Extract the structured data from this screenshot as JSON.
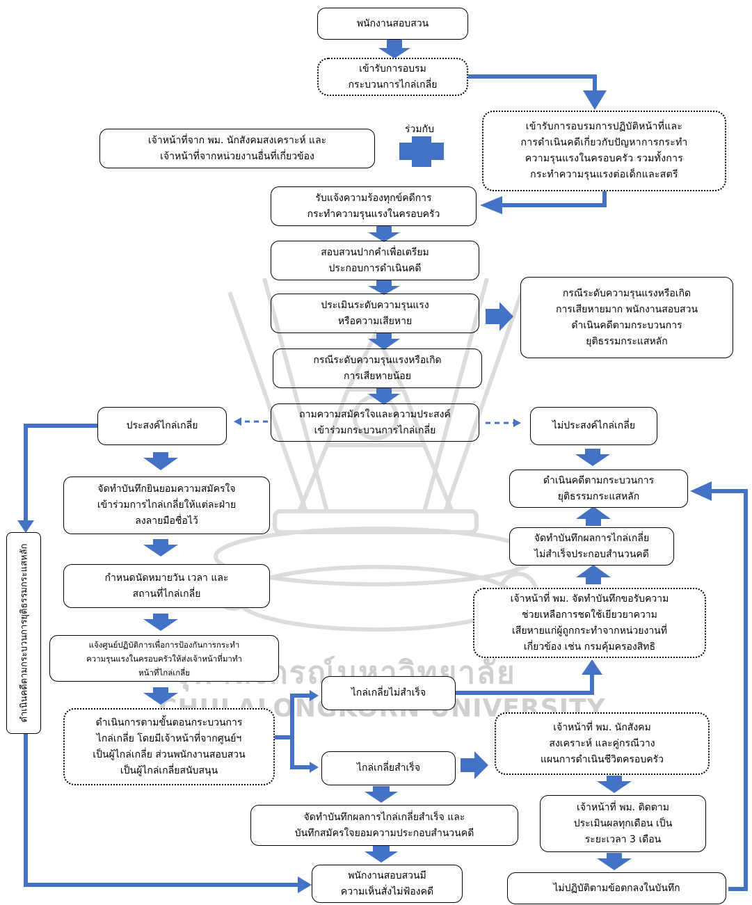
{
  "watermark": {
    "thai": "จุฬาลงกรณ์มหาวิทยาลัย",
    "english": "Chulalongkorn University",
    "emblem": "chulalongkorn-emblem-icon"
  },
  "colors": {
    "arrow": "#4472c4",
    "box_border": "#000000",
    "watermark": "#cfcfcf"
  },
  "nodes": {
    "investigator": "พนักงานสอบสวน",
    "mediation_training": "เข้ารับการอบรม\nกระบวนการไกล่เกลี่ย",
    "duty_training": "เข้ารับการอบรมการปฏิบัติหน้าที่และ\nการดำเนินคดีเกี่ยวกับปัญหาการกระทำ\nความรุนแรงในครอบครัว รวมทั้งการ\nกระทำความรุนแรงต่อเด็กและสตรี",
    "officials": "เจ้าหน้าที่จาก พม. นักสังคมสงเคราะห์ และ\nเจ้าหน้าที่จากหน่วยงานอื่นที่เกี่ยวข้อง",
    "together_with": "ร่วมกับ",
    "receive_complaint": "รับแจ้งความร้องทุกข์คดีการ\nกระทำความรุนแรงในครอบครัว",
    "interrogate": "สอบสวนปากคำเพื่อเตรียม\nประกอบการดำเนินคดี",
    "assess": "ประเมินระดับความรุนแรง\nหรือความเสียหาย",
    "severe_case": "กรณีระดับความรุนแรงหรือเกิด\nการเสียหายมาก พนักงานสอบสวน\nดำเนินคดีตามกระบวนการ\nยุติธรรมกระแสหลัก",
    "minor_case": "กรณีระดับความรุนแรงหรือเกิด\nการเสียหายน้อย",
    "ask_consent": "ถามความสมัครใจและความประสงค์\nเข้าร่วมกระบวนการไกล่เกลี่ย",
    "wish_mediate": "ประสงค์ไกล่เกลี่ย",
    "not_wish_mediate": "ไม่ประสงค์ไกล่เกลี่ย",
    "consent_record": "จัดทำบันทึกยินยอมความสมัครใจ\nเข้าร่วมการไกล่เกลี่ยให้แต่ละฝ่าย\nลงลายมือชื่อไว้",
    "schedule": "กำหนดนัดหมายวัน เวลา และ\nสถานที่ไกล่เกลี่ย",
    "notify_center": "แจ้งศูนย์ปฏิบัติการเพื่อการป้องกันการกระทำ\nความรุนแรงในครอบครัวให้ส่งเจ้าหน้าที่มาทำ\nหน้าที่ไกล่เกลี่ย",
    "conduct": "ดำเนินการตามขั้นตอนกระบวนการ\nไกล่เกลี่ย โดยมีเจ้าหน้าที่จากศูนย์ฯ\nเป็นผู้ไกล่เกลี่ย ส่วนพนักงานสอบสวน\nเป็นผู้ไกล่เกลี่ยสนับสนุน",
    "mediation_failed": "ไกล่เกลี่ยไม่สำเร็จ",
    "mediation_success": "ไกล่เกลี่ยสำเร็จ",
    "success_record": "จัดทำบันทึกผลการไกล่เกลี่ยสำเร็จ และ\nบันทึกสมัครใจยอมความประกอบสำนวนคดี",
    "no_prosecution": "พนักงานสอบสวนมี\nความเห็นสั่งไม่ฟ้องคดี",
    "mainstream_prosecute": "ดำเนินคดีตามกระบวนการ\nยุติธรรมกระแสหลัก",
    "failed_record": "จัดทำบันทึกผลการไกล่เกลี่ย\nไม่สำเร็จประกอบสำนวนคดี",
    "request_assistance": "เจ้าหน้าที่ พม. จัดทำบันทึกขอรับความ\nช่วยเหลือการชดใช้เยียวยาความ\nเสียหายแก่ผู้ถูกกระทำจากหน่วยงานที่\nเกี่ยวข้อง เช่น กรมคุ้มครองสิทธิ",
    "family_plan": "เจ้าหน้าที่ พม. นักสังคม\nสงเคราะห์ และคู่กรณีวาง\nแผนการดำเนินชีวิตครอบครัว",
    "follow_up": "เจ้าหน้าที่ พม. ติดตาม\nประเมินผลทุกเดือน เป็น\nระยะเวลา 3 เดือน",
    "non_compliance": "ไม่ปฏิบัติตามข้อตกลงในบันทึก",
    "side_label": "ดำเนินคดีตามกระบวนการยุติธรรมกระแสหลัก"
  }
}
